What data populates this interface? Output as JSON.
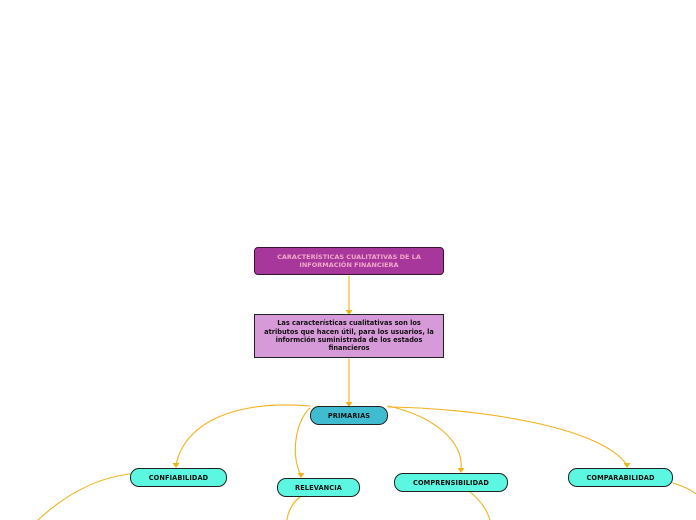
{
  "title": "CARACTERÍSTICAS CUALITATIVAS DE LA INFORMACIÓN FINANCIERA",
  "description": "Las características cualitativas son los atributos que hacen útil, para los usuarios, la informción suministrada de los estados financieros",
  "primary": "PRIMARIAS",
  "children": {
    "confiabilidad": "CONFIABILIDAD",
    "relevancia": "RELEVANCIA",
    "comprensibilidad": "COMPRENSIBILIDAD",
    "comparabilidad": "COMPARABILIDAD"
  },
  "colors": {
    "connector": "#f0b21b",
    "title_fill": "#a8379c",
    "title_text": "#f2a7c8",
    "description_fill": "#d79ad8",
    "primary_fill": "#3fbcd0",
    "child_fill": "#5cf7e0"
  }
}
